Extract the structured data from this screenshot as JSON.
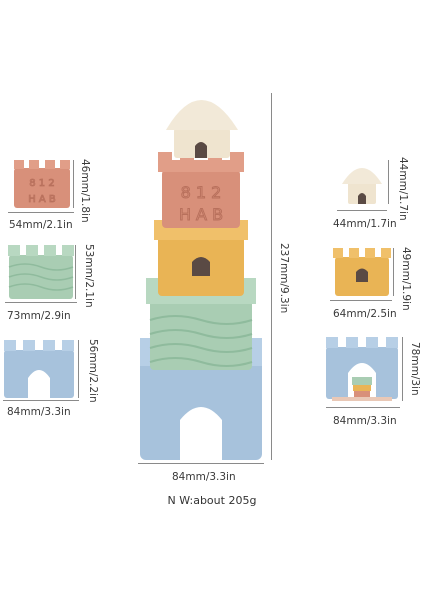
{
  "pieces": {
    "small_top": {
      "width_label": "44mm/1.7in",
      "height_label": "44mm/1.7in"
    },
    "terracotta": {
      "width_label": "54mm/2.1in",
      "height_label": "46mm/1.8in",
      "letters_top": "8 1 2",
      "letters_bottom": "H A B"
    },
    "green": {
      "width_label": "73mm/2.9in",
      "height_label": "53mm/2.1in"
    },
    "blue_left": {
      "width_label": "84mm/3.3in",
      "height_label": "56mm/2.2in"
    },
    "yellow": {
      "width_label": "64mm/2.5in",
      "height_label": "49mm/1.9in"
    },
    "blue_right": {
      "width_label": "84mm/3.3in",
      "height_label": "78mm/3in"
    }
  },
  "tower": {
    "width_label": "84mm/3.3in",
    "height_label": "237mm/9.3in"
  },
  "weight_label": "N W:about 205g",
  "colors": {
    "cream": "#efe4cf",
    "terracotta": "#d8907a",
    "yellow": "#e9b455",
    "green": "#a9cdb3",
    "blue": "#a7c2dc",
    "dark": "#5a4a44"
  }
}
